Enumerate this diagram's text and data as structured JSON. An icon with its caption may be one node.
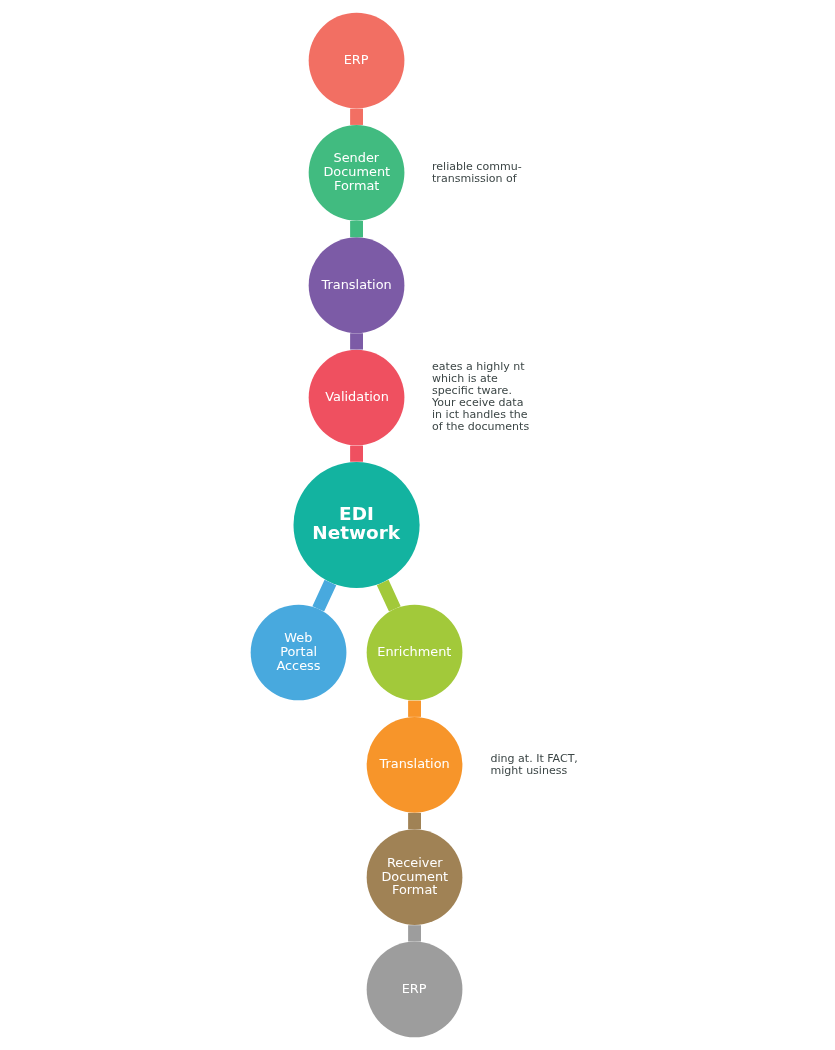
{
  "diagram": {
    "nodes": [
      {
        "text": [
          "ERP"
        ]
      },
      {
        "text": [
          "Sender Document Format"
        ]
      },
      {
        "text": [
          "Translation"
        ]
      },
      {
        "text": [
          "Validation"
        ]
      },
      {
        "text": [
          "EDI Network"
        ]
      },
      {
        "text": [
          "Web Portal Access"
        ]
      },
      {
        "text": [
          "Enrichment"
        ]
      },
      {
        "text": [
          "Translation"
        ]
      },
      {
        "text": [
          "Receiver Document Format"
        ]
      },
      {
        "text": [
          "ERP"
        ]
      }
    ],
    "edges": [
      {
        "from": 0,
        "to": 1,
        "arrow": "none",
        "color": "#f26f63"
      },
      {
        "from": 1,
        "to": 2,
        "arrow": "none",
        "color": "#41bb80"
      },
      {
        "from": 2,
        "to": 3,
        "arrow": "none",
        "color": "#7c5ba6"
      },
      {
        "from": 3,
        "to": 4,
        "arrow": "none",
        "color": "#ef5060"
      },
      {
        "from": 4,
        "to": 5,
        "arrow": "none",
        "color": "#48a9de"
      },
      {
        "from": 4,
        "to": 6,
        "arrow": "none",
        "color": "#a2c93a"
      },
      {
        "from": 6,
        "to": 7,
        "arrow": "none",
        "color": "#f7952a"
      },
      {
        "from": 7,
        "to": 8,
        "arrow": "none",
        "color": "#a08255"
      },
      {
        "from": 8,
        "to": 9,
        "arrow": "none",
        "color": "#9d9d9d"
      }
    ],
    "labels": [
      "reliable commu- transmission of",
      "eates a highly nt which is ate specific tware. Your eceive data in ict handles the of the documents",
      "ding at. It FACT, might usiness"
    ]
  }
}
